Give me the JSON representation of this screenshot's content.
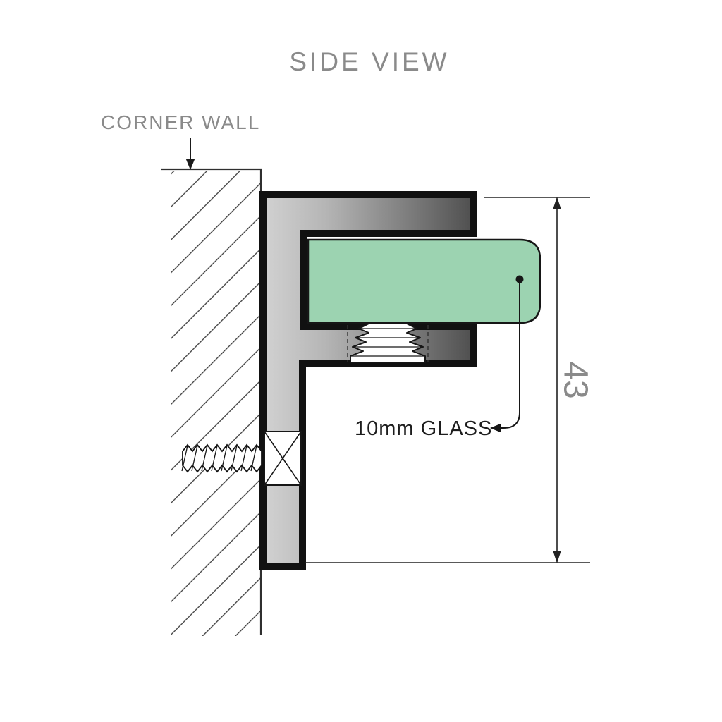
{
  "diagram": {
    "title": "SIDE VIEW",
    "wall_label": "CORNER WALL",
    "glass_label": "10mm GLASS",
    "dimension_value": "43",
    "colors": {
      "glass_fill": "#9cd3b1",
      "glass_stroke": "#161616",
      "bracket_outline": "#111111",
      "metal_light": "#d2d2d2",
      "metal_dark": "#4f4f4f",
      "muted_text": "#8a8a8a",
      "label_text": "#1d1d1d",
      "line": "#2f2f2f"
    }
  }
}
